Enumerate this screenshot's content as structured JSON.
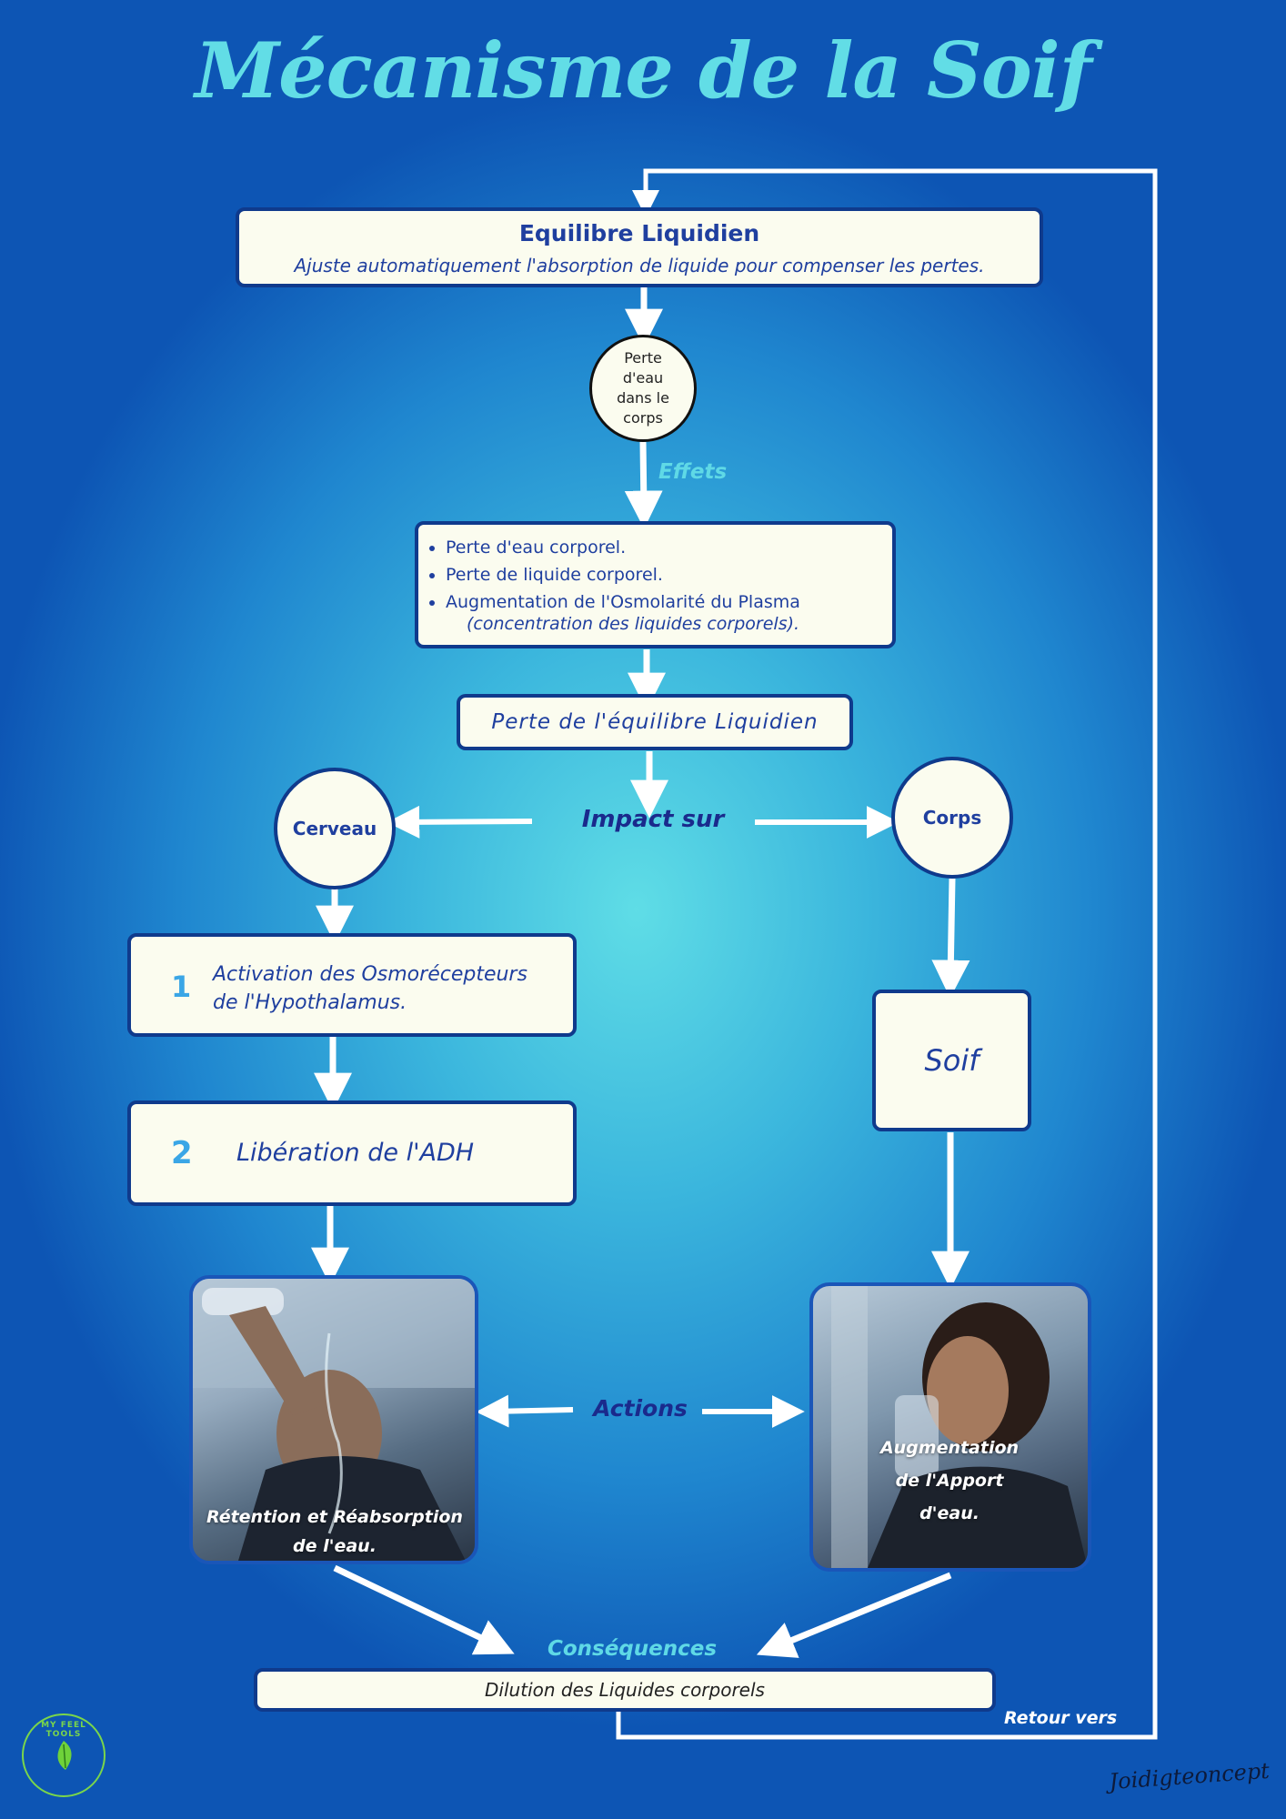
{
  "title": "Mécanisme de la Soif",
  "equilibre": {
    "heading": "Equilibre Liquidien",
    "subtitle": "Ajuste automatiquement l'absorption de liquide pour compenser les pertes."
  },
  "perte_circle": "Perte d'eau dans le corps",
  "effets_label": "Effets",
  "effects": [
    "Perte d'eau corporel.",
    "Perte de liquide corporel.",
    "Augmentation de l'Osmolarité du Plasma"
  ],
  "effects_note": "(concentration des liquides corporels).",
  "perte_equilibre": "Perte de l'équilibre Liquidien",
  "impact_label": "Impact sur",
  "cerveau": "Cerveau",
  "corps": "Corps",
  "step1": {
    "number": "1",
    "text": "Activation des Osmorécepteurs de l'Hypothalamus."
  },
  "step2": {
    "number": "2",
    "text": "Libération de l'ADH"
  },
  "soif": "Soif",
  "actions_label": "Actions",
  "photo_left_caption": "Rétention et Réabsorption de l'eau.",
  "photo_right_caption": "Augmentation de l'Apport d'eau.",
  "consequences_label": "Conséquences",
  "dilution": "Dilution des Liquides corporels",
  "retour_label": "Retour vers",
  "logo_text": "MY FEEL TOOLS",
  "signature": "Joidigteoncept",
  "colors": {
    "navy_border": "#0f3a8c",
    "box_fill": "#fbfcef",
    "title_cyan": "#62dde6",
    "text_blue": "#1f3f9f",
    "arrow": "#ffffff",
    "number_blue": "#3aa6e6"
  }
}
